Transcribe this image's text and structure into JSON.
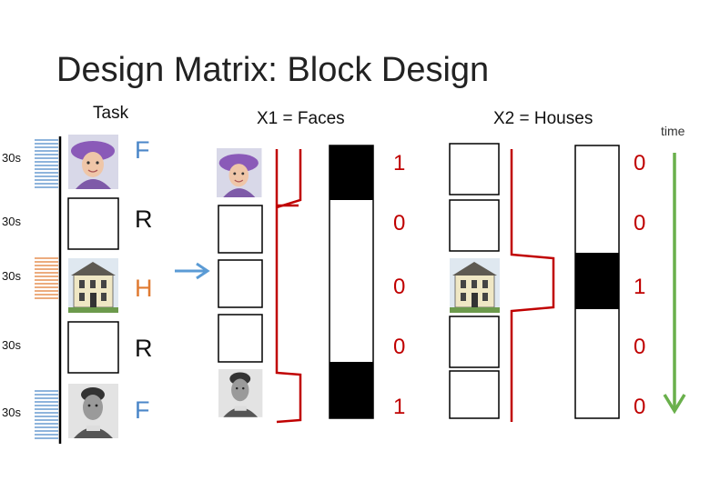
{
  "title": "Design Matrix: Block Design",
  "task_label": "Task",
  "x1_label": "X1 = Faces",
  "x2_label": "X2 = Houses",
  "time_label": "time",
  "blocks": [
    {
      "duration": "30s",
      "letter": "F",
      "letter_color": "#4a86c8",
      "stim": "face",
      "x1": "1",
      "x2": "0"
    },
    {
      "duration": "30s",
      "letter": "R",
      "letter_color": "#111111",
      "stim": "rest",
      "x1": "0",
      "x2": "0"
    },
    {
      "duration": "30s",
      "letter": "H",
      "letter_color": "#e07b32",
      "stim": "house",
      "x1": "0",
      "x2": "1"
    },
    {
      "duration": "30s",
      "letter": "R",
      "letter_color": "#111111",
      "stim": "rest",
      "x1": "0",
      "x2": "0"
    },
    {
      "duration": "30s",
      "letter": "F",
      "letter_color": "#4a86c8",
      "stim": "face",
      "x1": "1",
      "x2": "0"
    }
  ],
  "colors": {
    "face_tick": "#4a86c8",
    "house_tick": "#e07b32",
    "regressor": "#c00000",
    "arrow": "#5b9bd5",
    "time_arrow": "#6ab04c"
  }
}
